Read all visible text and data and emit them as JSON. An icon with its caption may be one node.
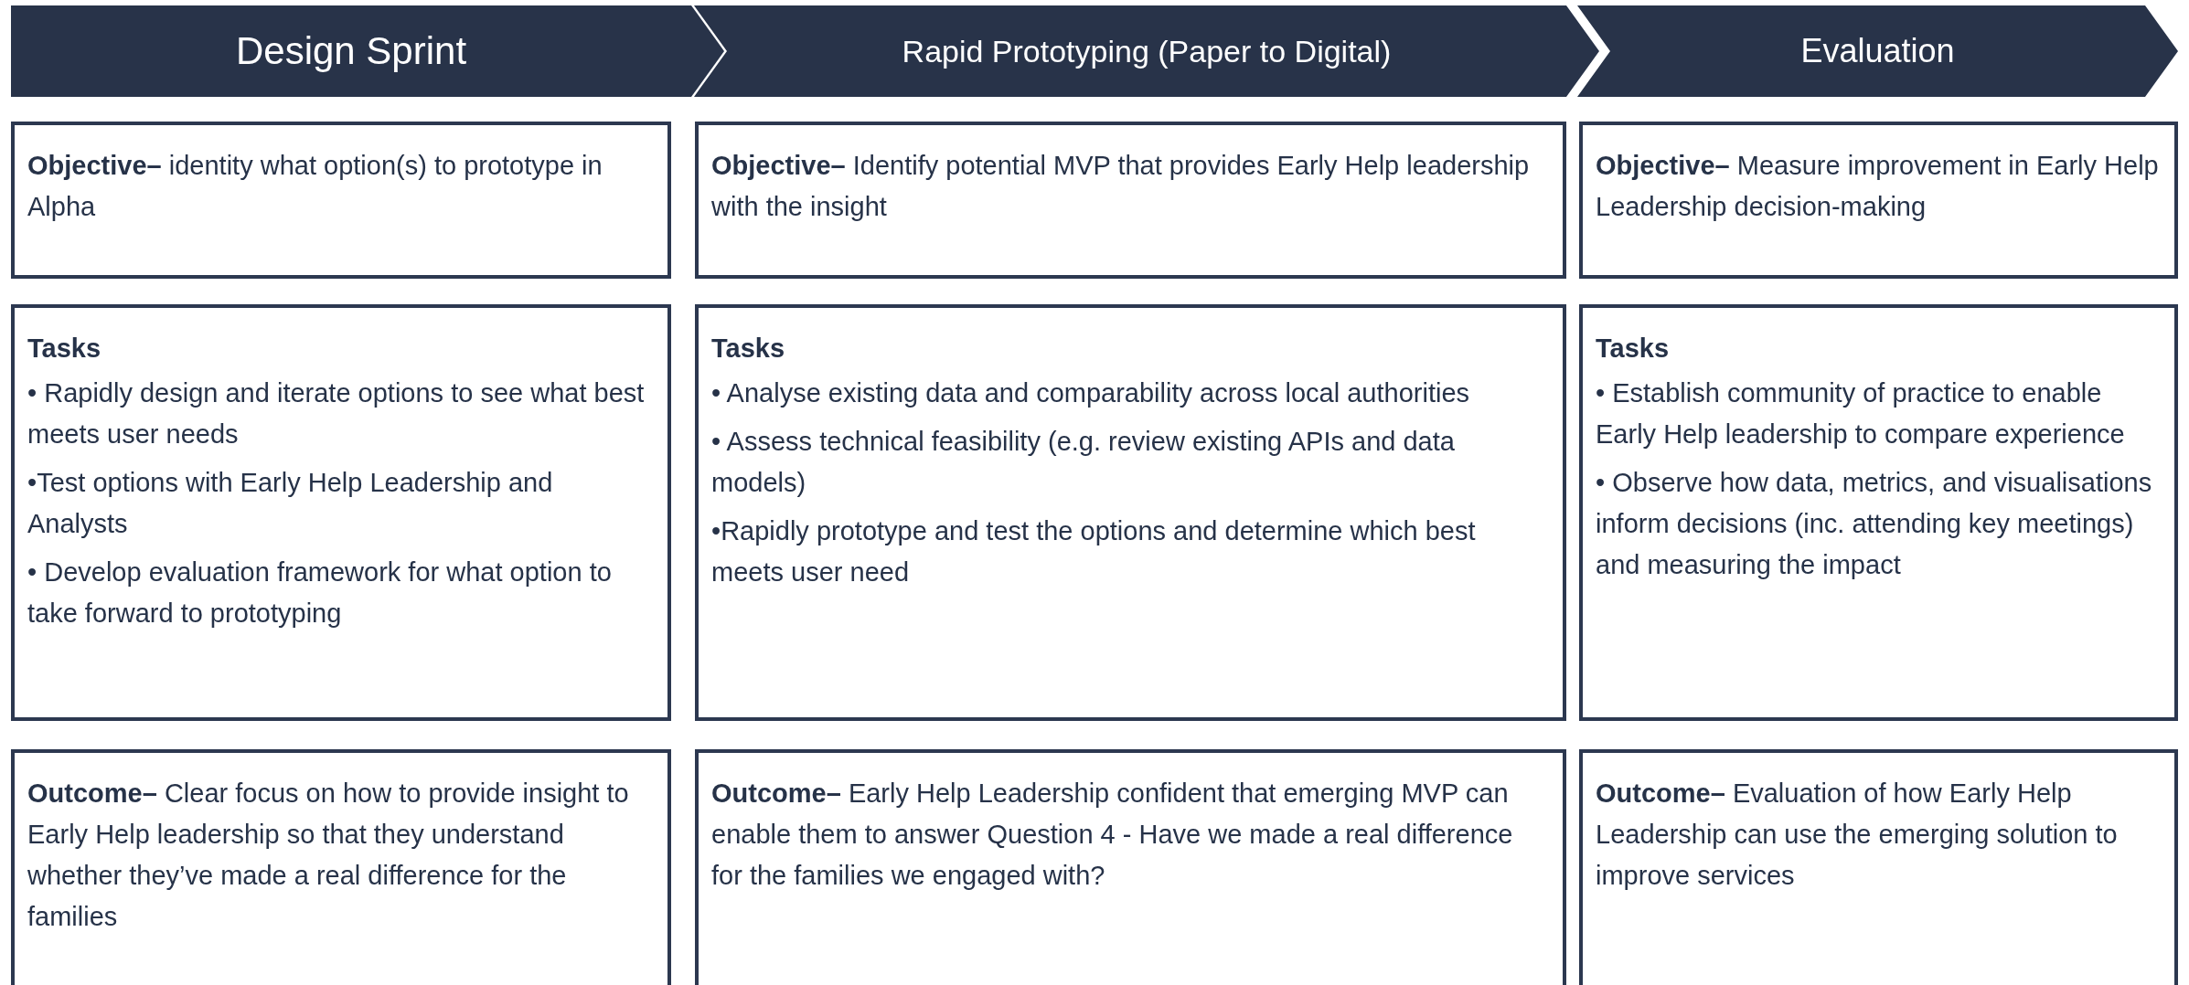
{
  "diagram": {
    "nodes": [
      {
        "text": [
          "Design Sprint"
        ]
      },
      {
        "text": [
          "Rapid Prototyping (Paper to Digital)"
        ]
      },
      {
        "text": [
          "Evaluation"
        ]
      },
      {
        "text": [
          "**Objective–** identity what option(s) to prototype in Alpha"
        ]
      },
      {
        "text": [
          "**Objective–** Identify potential MVP that provides Early Help leadership with the insight"
        ]
      },
      {
        "text": [
          "**Objective–** Measure improvement in Early Help Leadership decision-making"
        ]
      },
      {
        "text": [
          "Tasks",
          "• Rapidly design and iterate options to see what best meets user needs",
          "•Test options with Early Help Leadership and Analysts",
          "• Develop evaluation framework for what option to take forward to prototyping"
        ]
      },
      {
        "text": [
          "Tasks",
          "• Analyse existing data and comparability across local authorities",
          "• Assess technical feasibility (e.g. review existing APIs and data models)",
          "•Rapidly prototype and test the options and determine which best meets user need"
        ]
      },
      {
        "text": [
          "Tasks",
          "• Establish community of practice to enable Early Help leadership to compare experience",
          "• Observe how data, metrics, and visualisations inform decisions (inc. attending key meetings) and measuring the impact"
        ]
      },
      {
        "text": [
          "**Outcome–** Clear focus on how to provide insight to Early Help leadership so that they understand whether they’ve made a real difference for the families"
        ]
      },
      {
        "text": [
          "**Outcome–** Early Help Leadership confident that emerging MVP can enable them to answer Question 4 - Have we made a real difference for the families we engaged with?"
        ]
      },
      {
        "text": [
          "**Outcome–** Evaluation of how Early Help Leadership can use the emerging solution to improve services"
        ]
      }
    ]
  }
}
